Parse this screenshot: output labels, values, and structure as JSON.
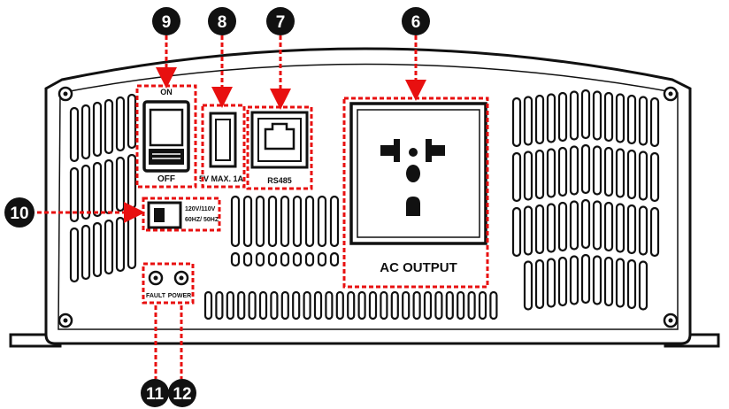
{
  "panel": {
    "switch_on_label": "ON",
    "switch_off_label": "OFF",
    "usb_label": "5V MAX. 1A",
    "rs485_label": "RS485",
    "ac_output_label": "AC OUTPUT",
    "voltage_switch_label_1": "120V/110V",
    "voltage_switch_label_2": "60HZ/ 50HZ",
    "fault_label": "FAULT",
    "power_label": "POWER"
  },
  "callouts": {
    "n6": "6",
    "n7": "7",
    "n8": "8",
    "n9": "9",
    "n10": "10",
    "n11": "11",
    "n12": "12"
  },
  "colors": {
    "callout_red": "#e81010",
    "outline": "#111111",
    "badge": "#111111"
  }
}
